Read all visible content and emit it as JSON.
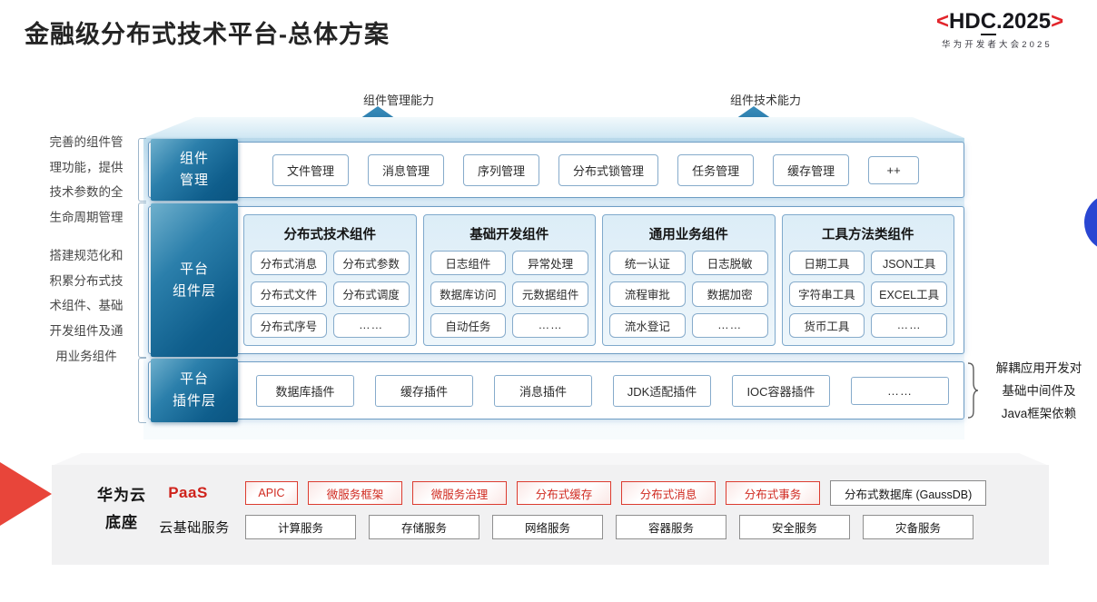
{
  "title": "金融级分布式技术平台-总体方案",
  "logo": {
    "left_bracket": "<",
    "part1": "HD",
    "part2": "C",
    "part3": ".2025",
    "right_bracket": ">",
    "subtitle": "华为开发者大会2025"
  },
  "capabilities": {
    "management": "组件管理能力",
    "technical": "组件技术能力"
  },
  "left_notes": {
    "note1": "完善的组件管\n理功能，提供\n技术参数的全\n生命周期管理",
    "note2": "搭建规范化和\n积累分布式技\n术组件、基础\n开发组件及通\n用业务组件"
  },
  "right_note": "解耦应用开发对\n基础中间件及\nJava框架依赖",
  "rows": {
    "management": {
      "label": "组件\n管理",
      "items": [
        "文件管理",
        "消息管理",
        "序列管理",
        "分布式锁管理",
        "任务管理",
        "缓存管理",
        "++"
      ]
    },
    "components": {
      "label": "平台\n组件层",
      "groups": [
        {
          "title": "分布式技术组件",
          "items": [
            "分布式消息",
            "分布式参数",
            "分布式文件",
            "分布式调度",
            "分布式序号",
            "……"
          ]
        },
        {
          "title": "基础开发组件",
          "items": [
            "日志组件",
            "异常处理",
            "数据库访问",
            "元数据组件",
            "自动任务",
            "……"
          ]
        },
        {
          "title": "通用业务组件",
          "items": [
            "统一认证",
            "日志脱敏",
            "流程审批",
            "数据加密",
            "流水登记",
            "……"
          ]
        },
        {
          "title": "工具方法类组件",
          "items": [
            "日期工具",
            "JSON工具",
            "字符串工具",
            "EXCEL工具",
            "货币工具",
            "……"
          ]
        }
      ]
    },
    "plugins": {
      "label": "平台\n插件层",
      "items": [
        "数据库插件",
        "缓存插件",
        "消息插件",
        "JDK适配插件",
        "IOC容器插件",
        "……"
      ]
    }
  },
  "foundation": {
    "label": "华为云\n底座",
    "paas": {
      "label": "PaaS",
      "items": [
        "APIC",
        "微服务框架",
        "微服务治理",
        "分布式缓存",
        "分布式消息",
        "分布式事务"
      ],
      "db": "分布式数据库 (GaussDB)"
    },
    "iaas": {
      "label": "云基础服务",
      "items": [
        "计算服务",
        "存储服务",
        "网络服务",
        "容器服务",
        "安全服务",
        "灾备服务"
      ]
    }
  },
  "colors": {
    "label_teal": "#0f5e8c",
    "band_blue": "#bcdcec",
    "accent_red": "#d02a20",
    "arrow_red": "#e8453a",
    "circle_blue": "#2946d2",
    "hdc_red": "#e2242a"
  }
}
